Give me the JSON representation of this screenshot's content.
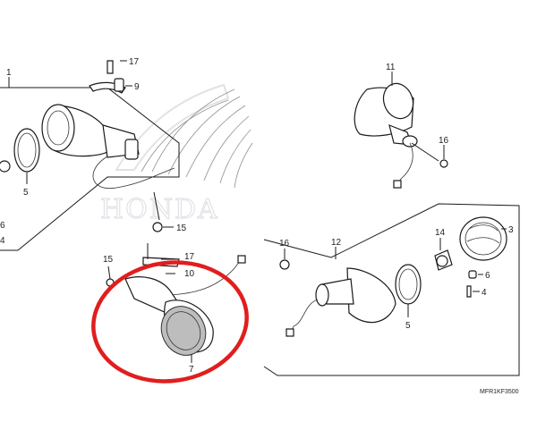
{
  "diagram": {
    "watermark_text": "HONDA",
    "drawing_code": "MFR1KF3500",
    "highlight_color": "#e01e1e",
    "callouts": {
      "c1": "1",
      "c3": "3",
      "c4a": "4",
      "c4b": "4",
      "c5a": "5",
      "c5b": "5",
      "c6a": "6",
      "c6b": "6",
      "c7": "7",
      "c9": "9",
      "c10": "10",
      "c11": "11",
      "c12": "12",
      "c14": "14",
      "c15a": "15",
      "c15b": "15",
      "c16a": "16",
      "c16b": "16",
      "c17a": "17",
      "c17b": "17"
    }
  }
}
